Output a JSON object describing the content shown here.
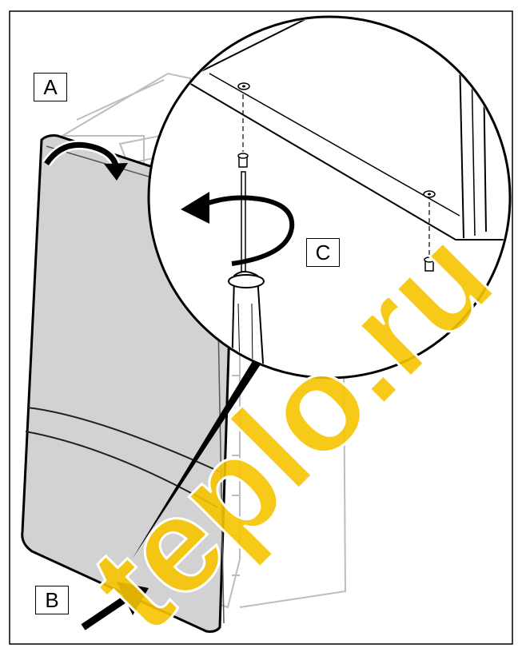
{
  "labels": {
    "a": "A",
    "b": "B",
    "c": "C"
  },
  "watermark": {
    "text": "teplo.ru",
    "color": "#f6c400"
  },
  "colors": {
    "panel_fill": "#d2d2d2",
    "outline": "#000000",
    "frame": "#cfcfcf",
    "arrow": "#000000"
  },
  "icons": [
    "rotate-arrow-icon",
    "push-arrow-icon",
    "screwdriver-icon",
    "screw-icon"
  ]
}
